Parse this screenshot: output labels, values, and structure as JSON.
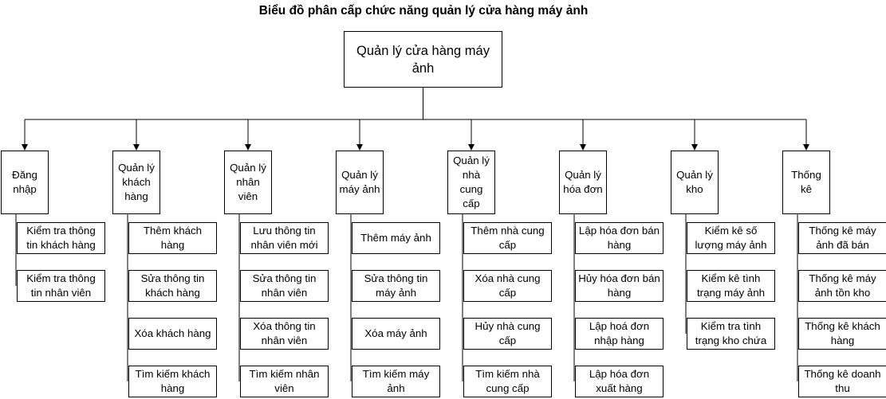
{
  "title": "Biểu đồ phân cấp chức năng quản lý cửa hàng máy ảnh",
  "root": "Quản lý cửa hàng máy ảnh",
  "columns": [
    {
      "name": "Đăng nhập",
      "items": [
        "Kiểm tra thông tin khách hàng",
        "Kiểm tra thông tin nhân viên"
      ]
    },
    {
      "name": "Quản lý khách hàng",
      "items": [
        "Thêm khách hàng",
        "Sửa thông tin khách hàng",
        "Xóa khách hàng",
        "Tìm kiếm khách hàng"
      ]
    },
    {
      "name": "Quản lý nhân viên",
      "items": [
        "Lưu thông tin nhân viên mới",
        "Sửa thông tin nhân viên",
        "Xóa thông tin nhân viên",
        "Tìm kiếm nhân viên"
      ]
    },
    {
      "name": "Quản lý máy ảnh",
      "items": [
        "Thêm máy ảnh",
        "Sửa thông tin máy ảnh",
        "Xóa máy ảnh",
        "Tìm kiếm máy ảnh"
      ]
    },
    {
      "name": "Quản lý nhà cung cấp",
      "items": [
        "Thêm nhà cung cấp",
        "Xóa nhà cung cấp",
        "Hủy nhà cung cấp",
        "Tìm kiếm nhà cung cấp"
      ]
    },
    {
      "name": "Quản lý hóa đơn",
      "items": [
        "Lập hóa đơn bán hàng",
        "Hủy hóa đơn bán hàng",
        "Lập hoá đơn nhập hàng",
        "Lập hóa đơn xuất hàng"
      ]
    },
    {
      "name": "Quản lý kho",
      "items": [
        "Kiểm kê số lượng máy ảnh",
        "Kiểm kê tình trạng máy ảnh",
        "Kiểm tra tình trạng kho chứa"
      ]
    },
    {
      "name": "Thống kê",
      "items": [
        "Thống kê máy ảnh đã bán",
        "Thống kê máy ảnh tồn kho",
        "Thống kê khách hàng",
        "Thống kê doanh thu"
      ]
    }
  ]
}
